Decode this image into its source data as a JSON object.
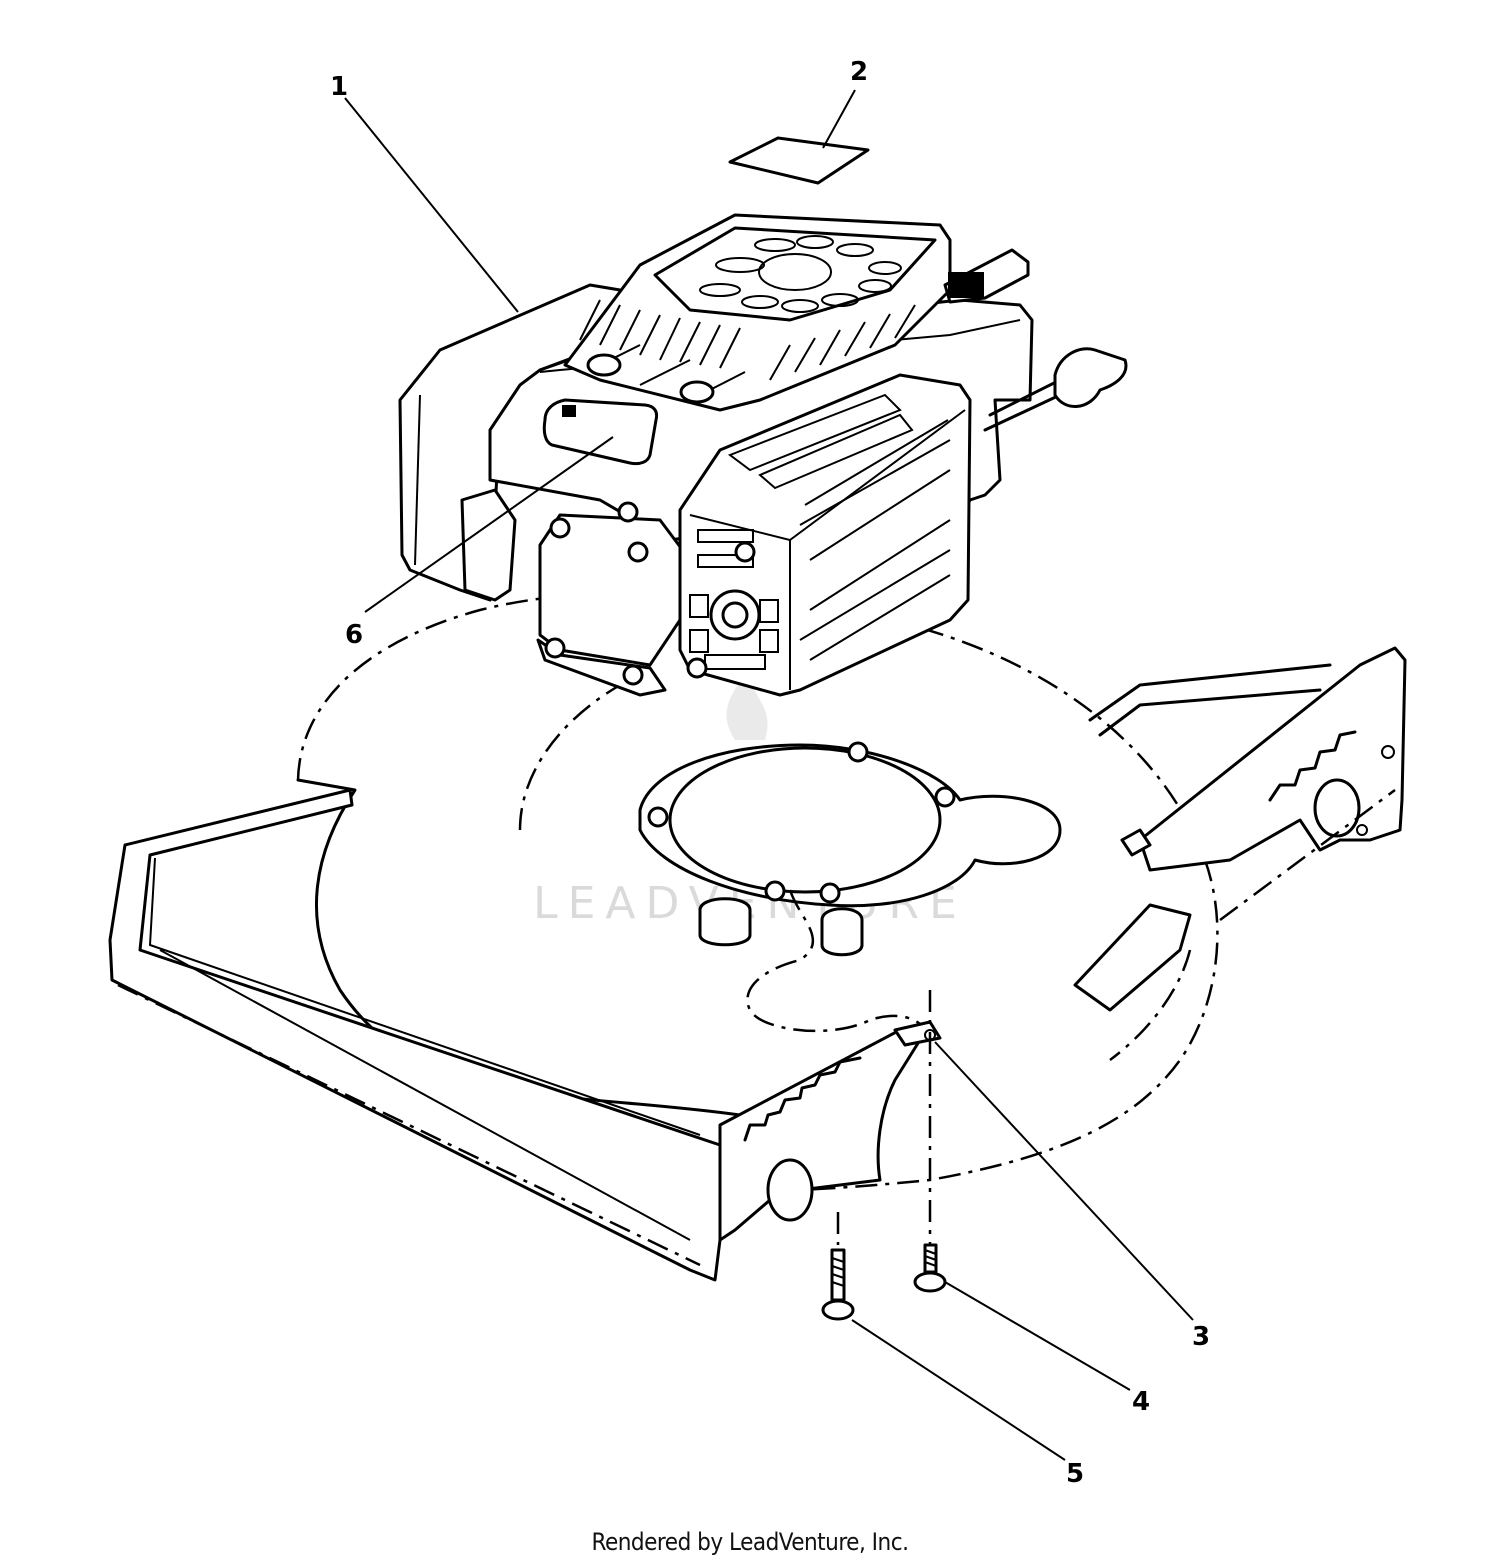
{
  "callouts": [
    "1",
    "2",
    "3",
    "4",
    "5",
    "6"
  ],
  "watermark": {
    "text": "LEADVENTURE"
  },
  "footer": {
    "text": "Rendered by LeadVenture, Inc."
  },
  "colors": {
    "line": "#000000",
    "background": "#ffffff",
    "watermark": "#d6d6d6"
  }
}
